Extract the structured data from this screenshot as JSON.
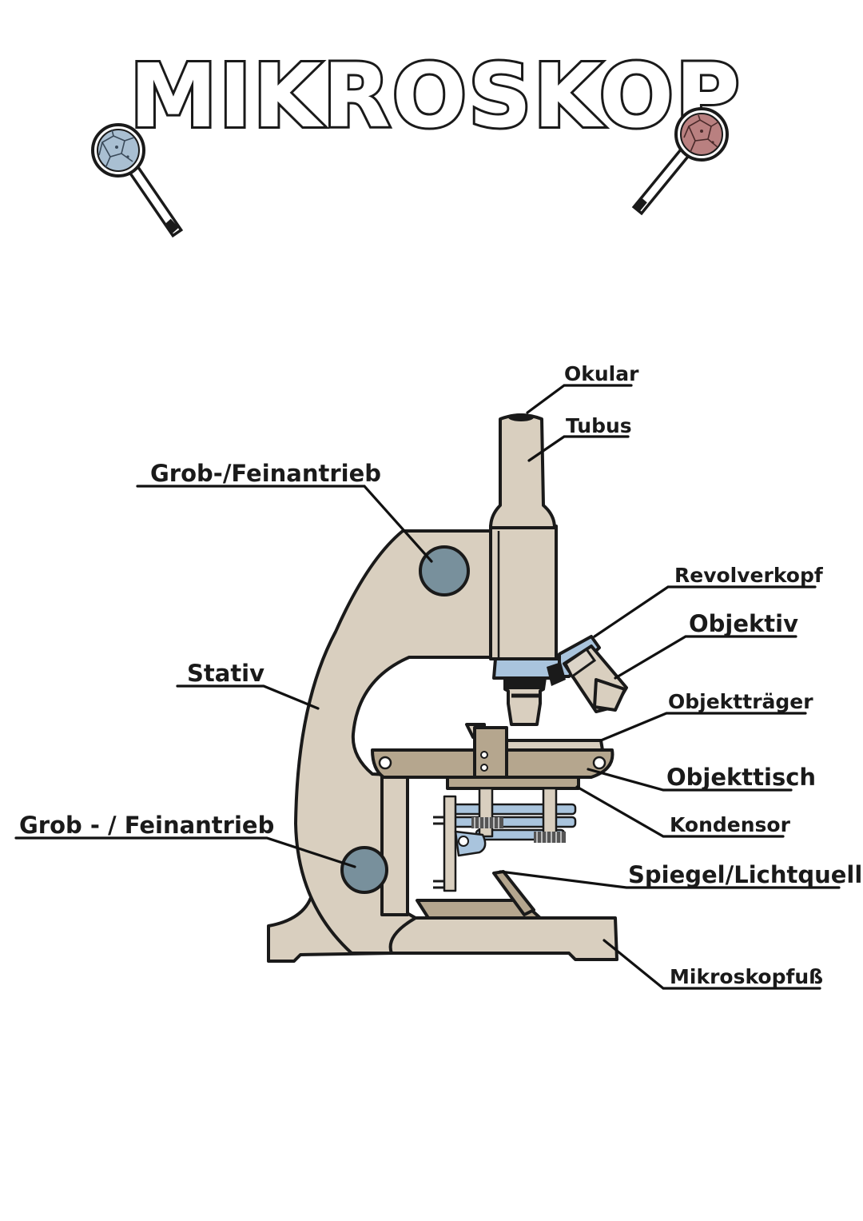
{
  "title": "MIKROSKOP",
  "colors": {
    "body": "#d9cfbf",
    "stage": "#b5a68e",
    "knob": "#78909c",
    "blue_parts": "#a9c4dd",
    "lens_blue": "#a9bfd2",
    "lens_red": "#b98080",
    "ink": "#1a1a1a"
  },
  "icons": {
    "left": "magnifier-blue-cells-icon",
    "right": "magnifier-red-cells-icon"
  },
  "labels": {
    "okular": "Okular",
    "tubus": "Tubus",
    "grob_fein_top": "Grob-/Feinantrieb",
    "revolverkopf": "Revolverkopf",
    "objektiv": "Objektiv",
    "stativ": "Stativ",
    "objekttraeger": "Objektträger",
    "objekttisch": "Objekttisch",
    "grob_fein_bottom": "Grob - / Feinantrieb",
    "kondensor": "Kondensor",
    "spiegel": "Spiegel/Lichtquelle",
    "fuss": "Mikroskopfuß"
  }
}
